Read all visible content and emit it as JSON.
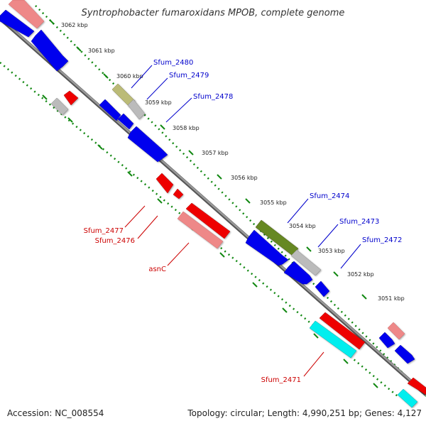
{
  "title": "Syntrophobacter fumaroxidans MPOB, complete genome",
  "footer": {
    "accession": "Accession: NC_008554",
    "topology": "Topology: circular; Length: 4,990,251 bp; Genes: 4,127"
  },
  "colors": {
    "backbone": "#888888",
    "ticks": "#118811",
    "blue_gene": "#0000ee",
    "red_gene": "#ee0000",
    "pink_gene": "#ee8888",
    "grey_gene": "#bbbbbb",
    "olive_gene": "#bbbb77",
    "dark_olive_gene": "#668822",
    "cyan_gene": "#00eeee",
    "blue_label": "#0000cc",
    "red_label": "#cc0000"
  },
  "kbp_labels": [
    "3062 kbp",
    "3061 kbp",
    "3060 kbp",
    "3059 kbp",
    "3058 kbp",
    "3057 kbp",
    "3056 kbp",
    "3055 kbp",
    "3054 kbp",
    "3053 kbp",
    "3052 kbp",
    "3051 kbp"
  ],
  "gene_labels_blue": [
    "Sfum_2480",
    "Sfum_2479",
    "Sfum_2478",
    "Sfum_2474",
    "Sfum_2473",
    "Sfum_2472"
  ],
  "gene_labels_red": [
    "Sfum_2477",
    "Sfum_2476",
    "asnC",
    "Sfum_2471"
  ]
}
